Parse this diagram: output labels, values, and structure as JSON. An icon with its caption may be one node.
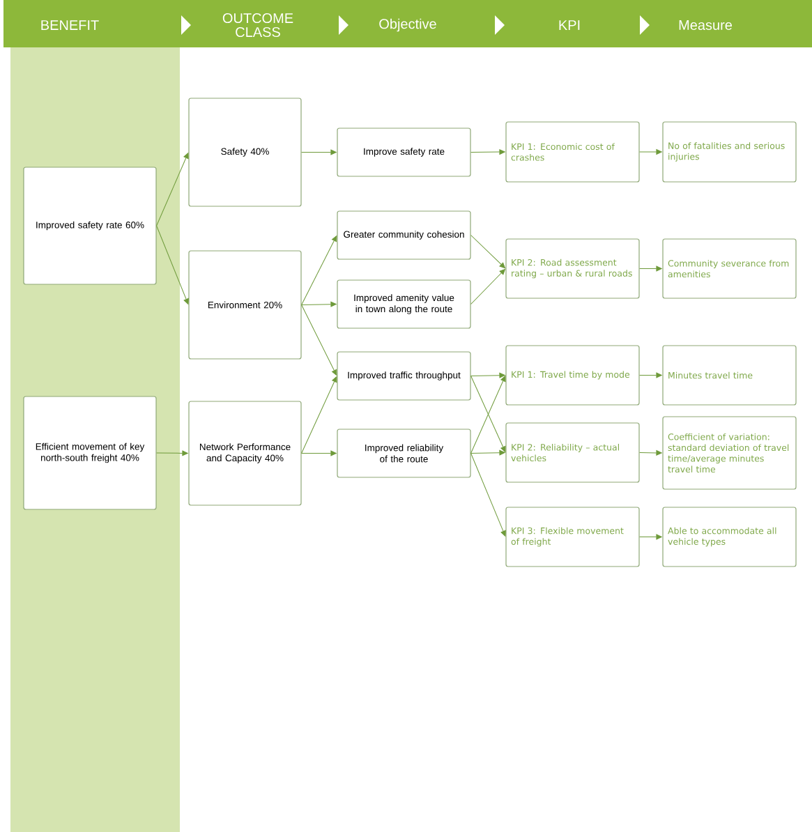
{
  "diagram": {
    "nodes": [
      {
        "text": [
          "Improved safety rate 60%"
        ]
      },
      {
        "text": [
          "Efficient movement of key north-south freight 40%"
        ]
      },
      {
        "text": [
          "Safety 40%"
        ]
      },
      {
        "text": [
          "Environment 20%"
        ]
      },
      {
        "text": [
          "Network Performance and Capacity 40%"
        ]
      },
      {
        "text": [
          "Improve safety rate"
        ]
      },
      {
        "text": [
          "Greater community cohesion"
        ]
      },
      {
        "text": [
          "Improved amenity value in town along the route"
        ]
      },
      {
        "text": [
          "Improved traffic throughput"
        ]
      },
      {
        "text": [
          "Improved reliability of the route"
        ]
      },
      {
        "text": [
          "KPI 1: Economic cost of crashes"
        ]
      },
      {
        "text": [
          "KPI 2: Road assessment rating – urban & rural roads"
        ]
      },
      {
        "text": [
          "KPI 1: Travel time by mode"
        ]
      },
      {
        "text": [
          "KPI 2: Reliability – actual vehicles"
        ]
      },
      {
        "text": [
          "KPI 3: Flexible movement of freight"
        ]
      },
      {
        "text": [
          "No of fatalities and serious injuries"
        ]
      },
      {
        "text": [
          "Community severance from amenities"
        ]
      },
      {
        "text": [
          "Minutes travel time"
        ]
      },
      {
        "text": [
          "Coefficient of variation: standard deviation of travel time/average minutes travel time"
        ]
      },
      {
        "text": [
          "Able to accommodate all vehicle types"
        ]
      }
    ],
    "edges": [
      {
        "from": 0,
        "to": 2,
        "arrow": "to"
      },
      {
        "from": 0,
        "to": 3,
        "arrow": "to"
      },
      {
        "from": 1,
        "to": 4,
        "arrow": "to"
      },
      {
        "from": 2,
        "to": 5,
        "arrow": "to"
      },
      {
        "from": 3,
        "to": 6,
        "arrow": "to"
      },
      {
        "from": 3,
        "to": 7,
        "arrow": "to"
      },
      {
        "from": 3,
        "to": 8,
        "arrow": "to"
      },
      {
        "from": 4,
        "to": 8,
        "arrow": "to"
      },
      {
        "from": 4,
        "to": 9,
        "arrow": "to"
      },
      {
        "from": 5,
        "to": 10,
        "arrow": "to"
      },
      {
        "from": 6,
        "to": 11,
        "arrow": "to"
      },
      {
        "from": 7,
        "to": 11,
        "arrow": "to"
      },
      {
        "from": 8,
        "to": 12,
        "arrow": "to"
      },
      {
        "from": 8,
        "to": 13,
        "arrow": "to"
      },
      {
        "from": 9,
        "to": 12,
        "arrow": "to"
      },
      {
        "from": 9,
        "to": 13,
        "arrow": "to"
      },
      {
        "from": 9,
        "to": 14,
        "arrow": "to"
      },
      {
        "from": 10,
        "to": 15,
        "arrow": "to"
      },
      {
        "from": 11,
        "to": 16,
        "arrow": "to"
      },
      {
        "from": 12,
        "to": 17,
        "arrow": "to"
      },
      {
        "from": 13,
        "to": 18,
        "arrow": "to"
      },
      {
        "from": 14,
        "to": 19,
        "arrow": "to"
      }
    ],
    "labels": [
      "BENEFIT",
      "OUTCOME CLASS",
      "Objective",
      "KPI",
      "Measure"
    ]
  }
}
